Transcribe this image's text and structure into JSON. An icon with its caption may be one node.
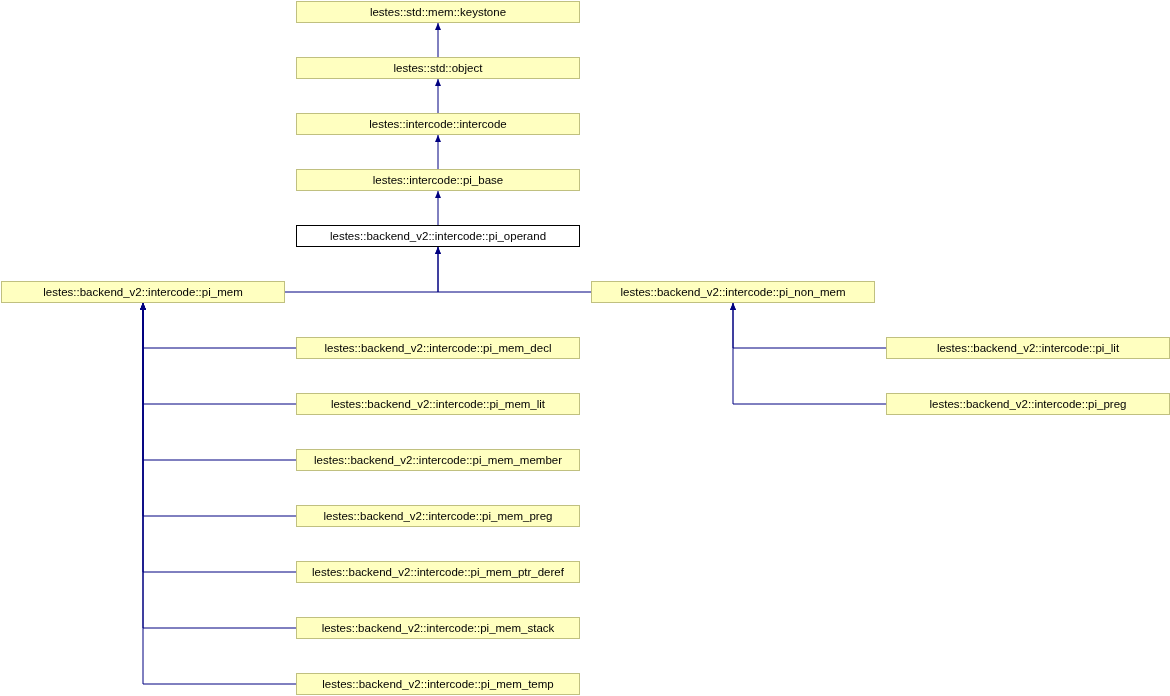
{
  "diagram": {
    "nodes": [
      {
        "text": [
          "lestes::std::mem::keystone"
        ]
      },
      {
        "text": [
          "lestes::std::object"
        ]
      },
      {
        "text": [
          "lestes::intercode::intercode"
        ]
      },
      {
        "text": [
          "lestes::intercode::pi_base"
        ]
      },
      {
        "text": [
          "lestes::backend_v2::intercode::pi_operand"
        ]
      },
      {
        "text": [
          "lestes::backend_v2::intercode::pi_mem"
        ]
      },
      {
        "text": [
          "lestes::backend_v2::intercode::pi_non_mem"
        ]
      },
      {
        "text": [
          "lestes::backend_v2::intercode::pi_mem_decl"
        ]
      },
      {
        "text": [
          "lestes::backend_v2::intercode::pi_mem_lit"
        ]
      },
      {
        "text": [
          "lestes::backend_v2::intercode::pi_mem_member"
        ]
      },
      {
        "text": [
          "lestes::backend_v2::intercode::pi_mem_preg"
        ]
      },
      {
        "text": [
          "lestes::backend_v2::intercode::pi_mem_ptr_deref"
        ]
      },
      {
        "text": [
          "lestes::backend_v2::intercode::pi_mem_stack"
        ]
      },
      {
        "text": [
          "lestes::backend_v2::intercode::pi_mem_temp"
        ]
      },
      {
        "text": [
          "lestes::backend_v2::intercode::pi_lit"
        ]
      },
      {
        "text": [
          "lestes::backend_v2::intercode::pi_preg"
        ]
      }
    ],
    "edges": [
      {
        "from": 1,
        "to": 0,
        "arrow": "to"
      },
      {
        "from": 2,
        "to": 1,
        "arrow": "to"
      },
      {
        "from": 3,
        "to": 2,
        "arrow": "to"
      },
      {
        "from": 4,
        "to": 3,
        "arrow": "to"
      },
      {
        "from": 5,
        "to": 4,
        "arrow": "to"
      },
      {
        "from": 6,
        "to": 4,
        "arrow": "to"
      },
      {
        "from": 7,
        "to": 5,
        "arrow": "to"
      },
      {
        "from": 8,
        "to": 5,
        "arrow": "to"
      },
      {
        "from": 9,
        "to": 5,
        "arrow": "to"
      },
      {
        "from": 10,
        "to": 5,
        "arrow": "to"
      },
      {
        "from": 11,
        "to": 5,
        "arrow": "to"
      },
      {
        "from": 12,
        "to": 5,
        "arrow": "to"
      },
      {
        "from": 13,
        "to": 5,
        "arrow": "to"
      },
      {
        "from": 14,
        "to": 6,
        "arrow": "to"
      },
      {
        "from": 15,
        "to": 6,
        "arrow": "to"
      }
    ]
  }
}
